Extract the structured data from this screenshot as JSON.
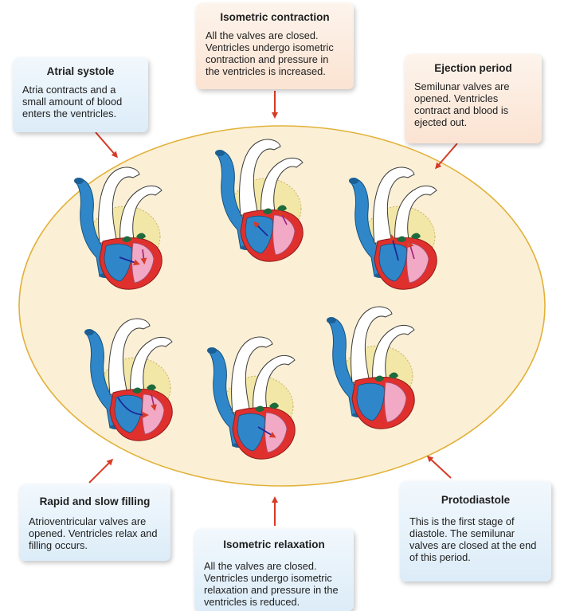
{
  "colors": {
    "ellipse_fill": "#fbf0d6",
    "ellipse_stroke": "#e2b13a",
    "arrow": "#d83a26",
    "deoxygenated_blood": "#2f87c9",
    "oxygenated_blood": "#e0302d",
    "pink_chamber": "#f1a9c6",
    "valve_green": "#1d6b3d",
    "pericardium": "#f3e7a7",
    "box_blue": "#e3f0fa",
    "box_peach": "#fbe7d8"
  },
  "phases": {
    "atrial_systole": {
      "title": "Atrial systole",
      "description": "Atria contracts and a small amount of blood enters the ventricles."
    },
    "isometric_contraction": {
      "title": "Isometric contraction",
      "description": "All the valves are closed. Ventricles undergo isometric contraction and pressure in the ventricles is increased."
    },
    "ejection_period": {
      "title": "Ejection period",
      "description": "Semilunar valves are opened. Ventricles contract and blood is ejected out."
    },
    "protodiastole": {
      "title": "Protodiastole",
      "description": "This is the first stage of diastole. The semilunar valves are closed at the end of this period."
    },
    "isometric_relaxation": {
      "title": "Isometric relaxation",
      "description": "All the valves are closed. Ventricles undergo isometric relaxation and pressure in the ventricles is reduced."
    },
    "rapid_slow_filling": {
      "title": "Rapid and slow filling",
      "description": "Atrioventricular valves are opened. Ventricles relax and filling occurs."
    }
  },
  "hearts": [
    {
      "phase": "atrial_systole",
      "icon": "heart-atrial-systole-icon"
    },
    {
      "phase": "isometric_contraction",
      "icon": "heart-isometric-contraction-icon"
    },
    {
      "phase": "ejection_period",
      "icon": "heart-ejection-icon"
    },
    {
      "phase": "protodiastole",
      "icon": "heart-protodiastole-icon"
    },
    {
      "phase": "isometric_relaxation",
      "icon": "heart-isometric-relaxation-icon"
    },
    {
      "phase": "rapid_slow_filling",
      "icon": "heart-rapid-filling-icon"
    }
  ]
}
